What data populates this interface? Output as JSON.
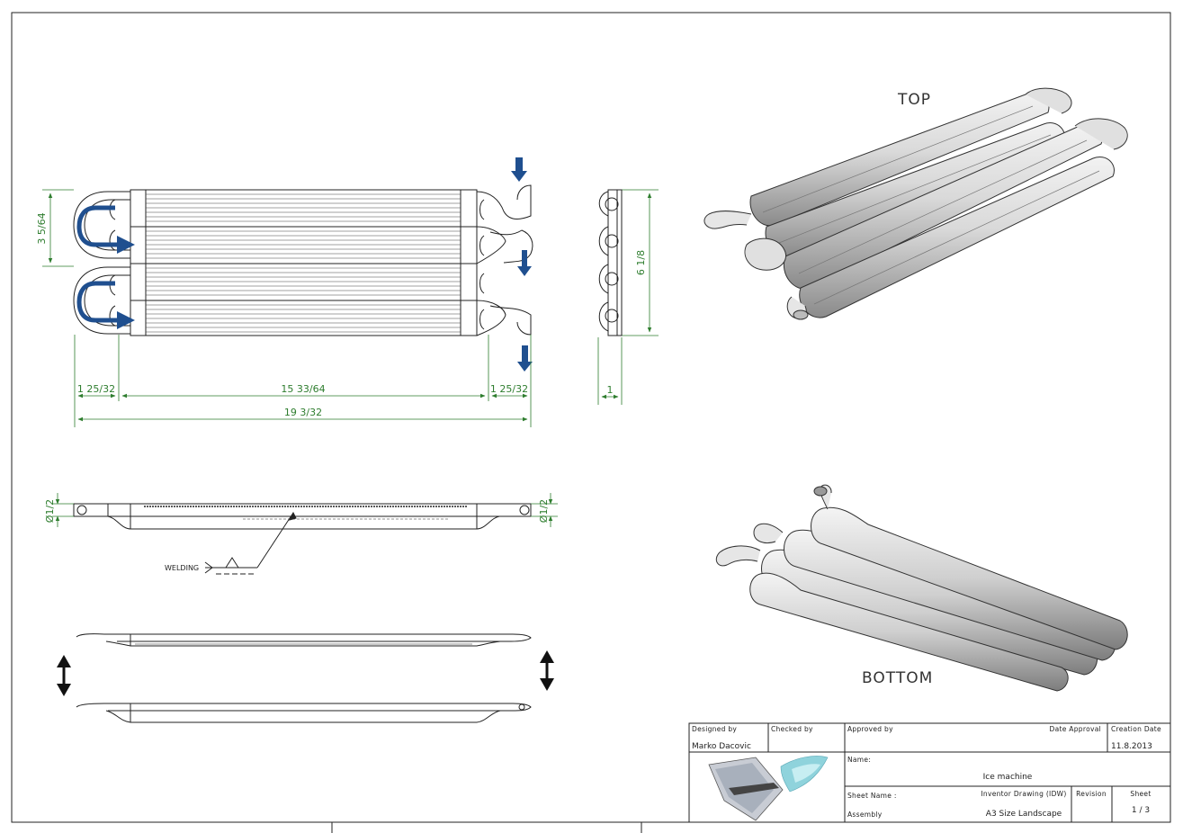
{
  "views": {
    "top_label": "TOP",
    "bottom_label": "BOTTOM"
  },
  "dimensions": {
    "height_left": "3 5/64",
    "height_right": "6 1/8",
    "left_offset": "1 25/32",
    "middle_length": "15 33/64",
    "right_offset": "1 25/32",
    "overall_length": "19 3/32",
    "side_thickness": "1",
    "diameter_left": "Ø1/2",
    "diameter_right": "Ø1/2"
  },
  "annotations": {
    "welding": "WELDING"
  },
  "title_block": {
    "designed_by_label": "Designed by",
    "designed_by_value": "Marko Dacovic",
    "checked_by_label": "Checked by",
    "checked_by_value": "",
    "approved_by_label": "Approved by",
    "date_approval_label": "Date Approval",
    "creation_date_label": "Creation Date",
    "creation_date_value": "11.8.2013",
    "name_label": "Name:",
    "name_value": "Ice machine",
    "sheet_name_label": "Sheet Name :",
    "sheet_name_value": "Inventor Drawing (IDW)",
    "assembly_label": "Assembly",
    "assembly_value": "A3 Size Landscape",
    "revision_label": "Revision",
    "revision_value": "",
    "sheet_label": "Sheet",
    "sheet_value": "1 / 3"
  },
  "colors": {
    "dimension": "#2e7d2e",
    "flow_arrow": "#1f4f8f",
    "line": "#222222"
  }
}
